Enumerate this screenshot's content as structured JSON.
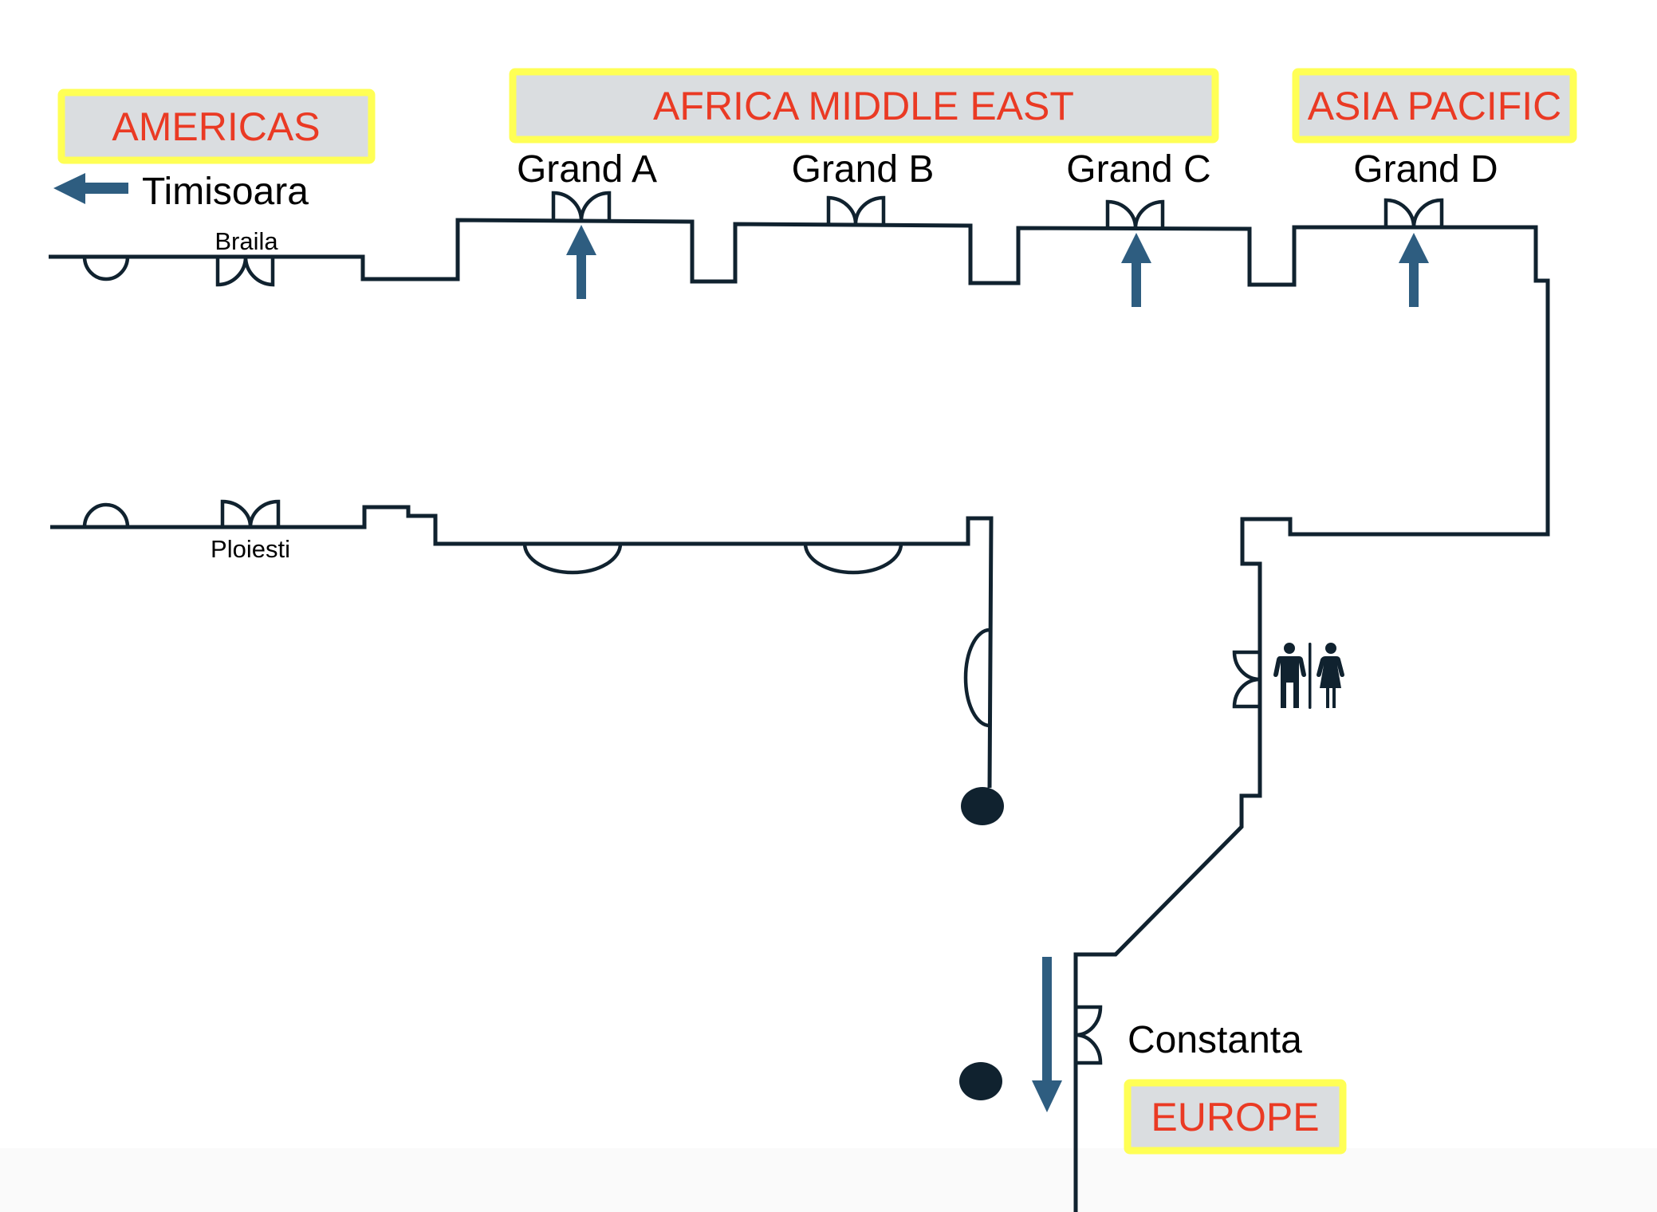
{
  "title": "Meeting room wayfinding floor plan",
  "regions": {
    "americas": "AMERICAS",
    "africa_middle_east": "AFRICA MIDDLE EAST",
    "asia_pacific": "ASIA PACIFIC",
    "europe": "EUROPE"
  },
  "rooms": {
    "grand_a": "Grand A",
    "grand_b": "Grand B",
    "grand_c": "Grand C",
    "grand_d": "Grand D",
    "timisoara": "Timisoara",
    "braila": "Braila",
    "ploiesti": "Ploiesti",
    "constanta": "Constanta"
  },
  "icons": {
    "restroom": "restroom-icon",
    "direction_arrow": "arrow-icon",
    "door": "door-icon",
    "column": "column-icon"
  },
  "colors": {
    "wall": "#10222f",
    "arrow": "#2e5d80",
    "region_text": "#ea3a24",
    "region_fill": "#dadde0",
    "region_border": "#ffff55"
  }
}
